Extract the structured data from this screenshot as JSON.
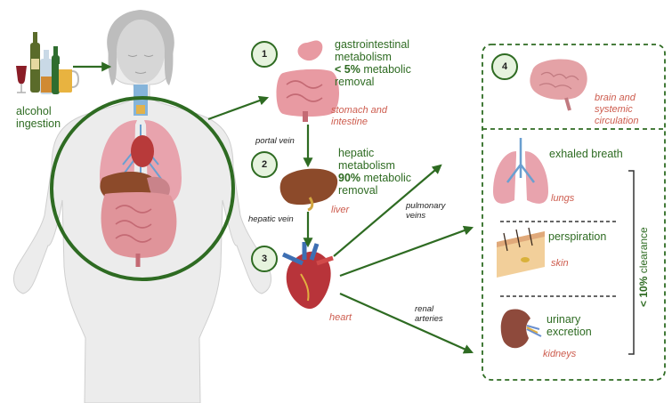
{
  "labels": {
    "alcohol_line1": "alcohol",
    "alcohol_line2": "ingestion"
  },
  "steps": [
    {
      "number": "1",
      "lines": [
        "gastrointestinal",
        "metabolism"
      ],
      "bold_part": "< 5%",
      "after_bold": " metabolic",
      "last_line": "removal",
      "organ_line1": "stomach and",
      "organ_line2": "intestine"
    },
    {
      "number": "2",
      "lines": [
        "hepatic",
        "metabolism"
      ],
      "bold_part": "90%",
      "after_bold": " metabolic",
      "last_line": "removal",
      "organ": "liver"
    },
    {
      "number": "3",
      "organ": "heart"
    },
    {
      "number": "4",
      "organ_line1": "brain and",
      "organ_line2": "systemic",
      "organ_line3": "circulation"
    }
  ],
  "vessels": {
    "portal": "portal vein",
    "hepatic": "hepatic vein",
    "pulmonary_1": "pulmonary",
    "pulmonary_2": "veins",
    "renal_1": "renal",
    "renal_2": "arteries"
  },
  "clearance": [
    {
      "label": "exhaled breath",
      "organ": "lungs"
    },
    {
      "label": "perspiration",
      "organ": "skin"
    },
    {
      "label_1": "urinary",
      "label_2": "excretion",
      "organ": "kidneys"
    }
  ],
  "clearance_bold": "< 10%",
  "clearance_rest": " clearance",
  "colors": {
    "green": "#2e6b22",
    "organ_label": "#cd5c4e"
  }
}
